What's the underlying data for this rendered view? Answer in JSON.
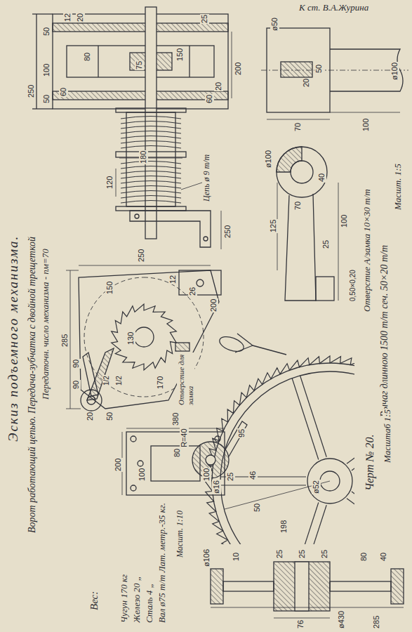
{
  "diagram": {
    "title": "Эскиз подъемного механизма.",
    "labels": [
      "К ст. В.А.Журина",
      "Ворот работающий цепью. Передача-зубчатка с двойной трещеткой",
      "Передаточн. число механизма - nм=70",
      "250",
      "100",
      "50",
      "50",
      "60",
      "75",
      "80",
      "150",
      "200",
      "12",
      "20",
      "25",
      "60",
      "20",
      "180",
      "120",
      "Цепь ø 9 m/m",
      "ø50",
      "50",
      "20",
      "70",
      "100",
      "ø100",
      "ø100",
      "40",
      "70",
      "125",
      "25",
      "100",
      "0,50×0,20",
      "Отверстие А/замка 10×30 m/m",
      "Рычаг длинною 1500 m/m сеч. 50×20 m/m",
      "Масшт. 1:5",
      "Черт № 20.",
      "285",
      "250",
      "250",
      "20",
      "90",
      "90",
      "1/2",
      "1/2",
      "50",
      "130",
      "150",
      "26",
      "12",
      "200",
      "170",
      "Отверстие для замка",
      "200",
      "100",
      "100",
      "80",
      "380",
      "Масшт. 1:10",
      "Вес:",
      "Чугун 170 кг",
      "Железо 20 „",
      "Сталь 4 „",
      "Вал ø75 m/m Лат. метр.-35 кг.",
      "R=40",
      "ø16",
      "25",
      "95",
      "46",
      "50",
      "ø52",
      "198",
      "Масштаб 1:5",
      "ø106",
      "76",
      "25",
      "25",
      "25",
      "40",
      "ø430",
      "285",
      "80",
      "10"
    ]
  }
}
